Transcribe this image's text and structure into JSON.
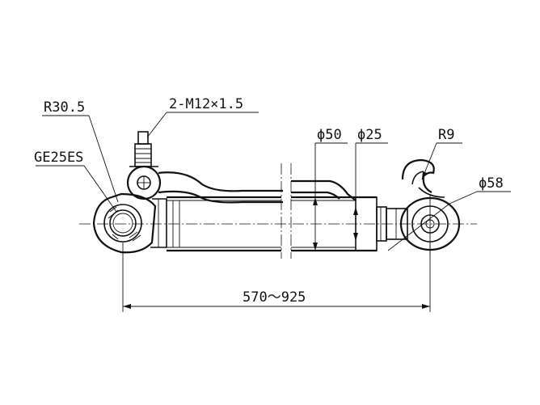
{
  "labels": {
    "r_ball": "R30.5",
    "port_thread": "2-M12×1.5",
    "bore": "ϕ50",
    "rod": "ϕ25",
    "r_hook": "R9",
    "rod_eye": "ϕ58",
    "bearing": "GE25ES",
    "stroke_range": "570～925"
  },
  "colors": {
    "line": "#111111",
    "background": "#ffffff"
  }
}
